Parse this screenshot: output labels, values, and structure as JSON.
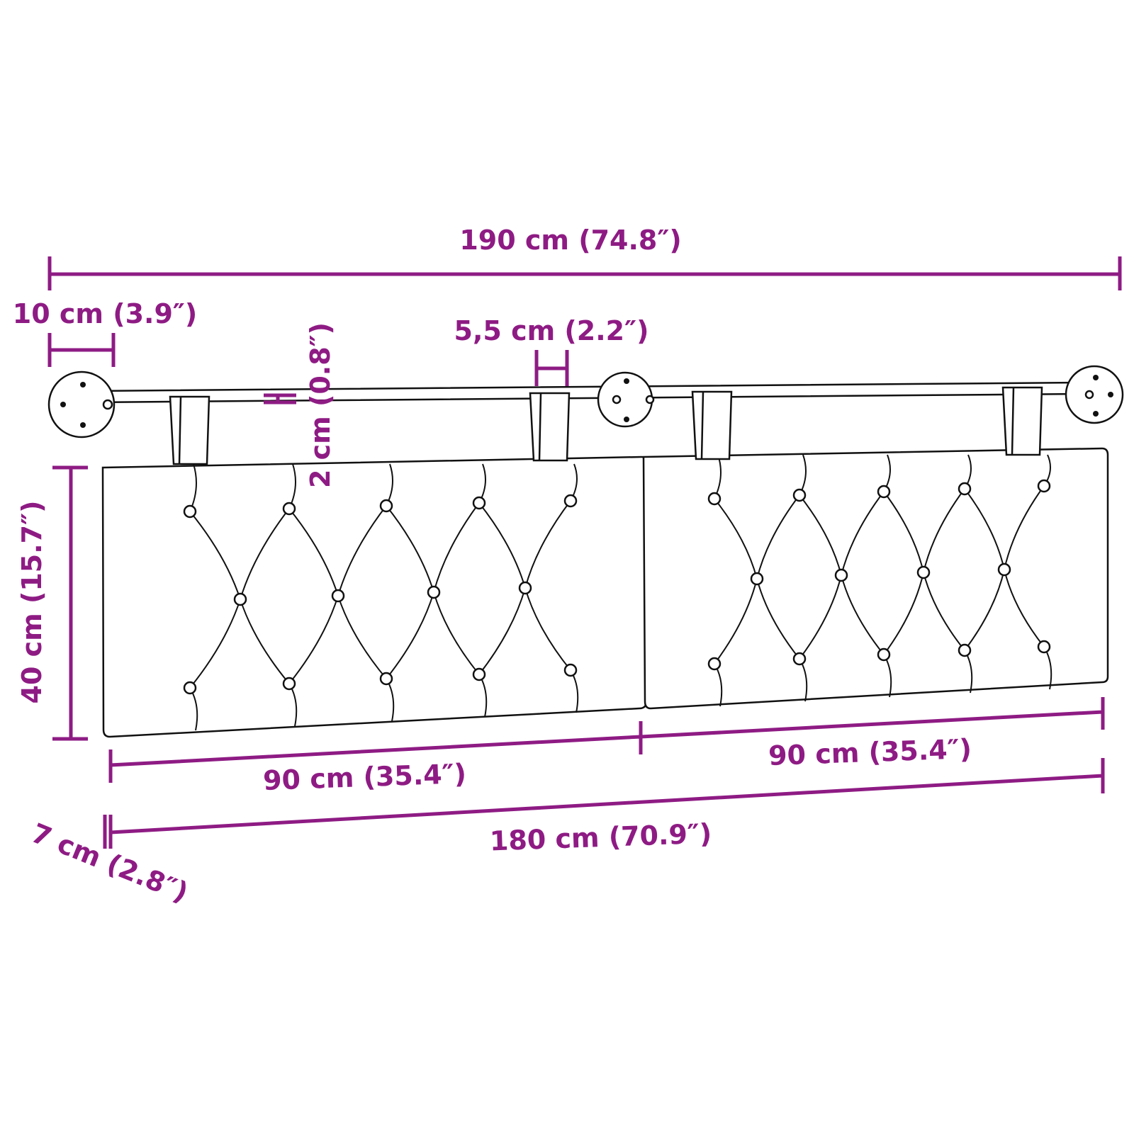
{
  "accent_color": "#8e1b84",
  "dimensions": {
    "total_rod_width": "190 cm (74.8″)",
    "bracket_width": "10 cm (3.9″)",
    "strap_width": "5,5 cm (2.2″)",
    "rod_diameter": "2 cm (0.8″)",
    "cushion_height": "40 cm (15.7″)",
    "left_cushion_width": "90 cm (35.4″)",
    "right_cushion_width": "90 cm (35.4″)",
    "total_cushion_width": "180 cm (70.9″)",
    "cushion_depth": "7 cm (2.8″)"
  }
}
